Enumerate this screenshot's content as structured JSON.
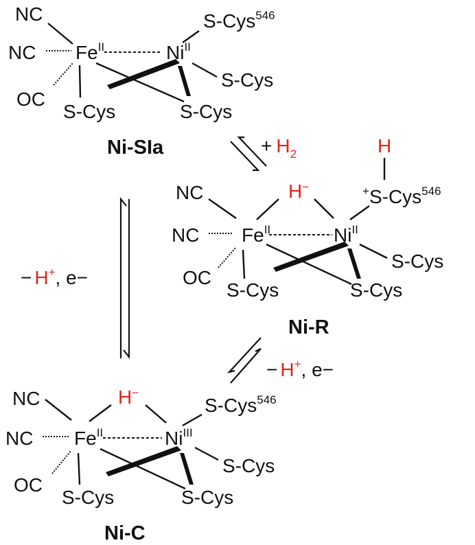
{
  "labels": {
    "si": "Ni-SIa",
    "r": "Ni-R",
    "c": "Ni-C"
  },
  "ligands": {
    "cn": "NC",
    "co": "OC",
    "cys": "S-Cys",
    "cys546_sup": "546",
    "fe": "Fe",
    "ni": "Ni",
    "ox_2": "II",
    "ox_3": "III",
    "hydride": "H",
    "hydride_charge": "−",
    "h": "H",
    "plus": "+"
  },
  "conditions": {
    "si_r_plus": "+",
    "si_r_h": "H",
    "si_r_sub": "2",
    "si_c_minus": "−",
    "si_c_h": "H",
    "si_c_plus": "+",
    "si_c_e": ", e−",
    "r_c_minus": "−",
    "r_c_h": "H",
    "r_c_plus": "+",
    "r_c_e": ", e−"
  },
  "colors": {
    "accent": "#e3231b",
    "ink": "#111111"
  }
}
